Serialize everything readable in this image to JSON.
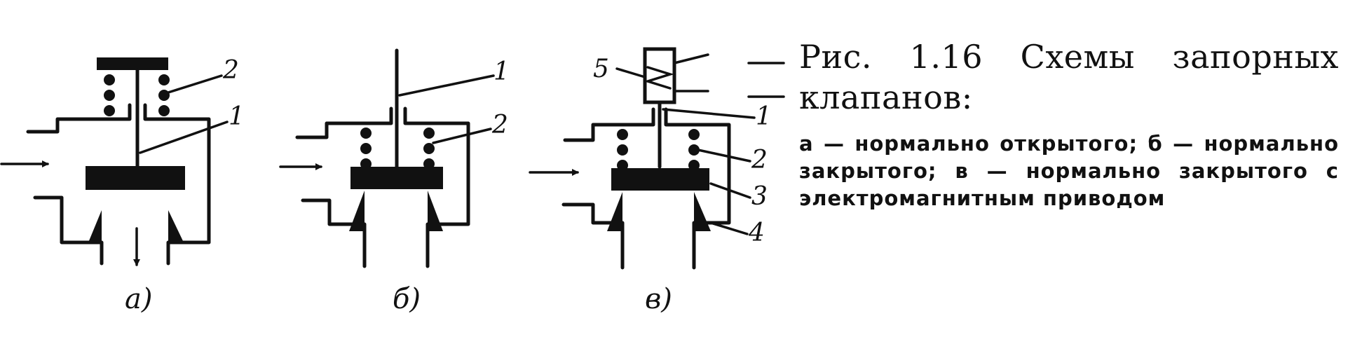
{
  "caption": {
    "title": "Рис. 1.16 Схемы запорных клапанов:",
    "description": "а — нормально открытого; б — нормально закрытого; в — нормально закрытого с электромагнитным приводом"
  },
  "panels": [
    {
      "id": "a",
      "label": "а)",
      "callouts": [
        "2",
        "1"
      ]
    },
    {
      "id": "b",
      "label": "б)",
      "callouts": [
        "1",
        "2"
      ]
    },
    {
      "id": "v",
      "label": "в)",
      "callouts": [
        "5",
        "1",
        "2",
        "3",
        "4"
      ]
    }
  ]
}
